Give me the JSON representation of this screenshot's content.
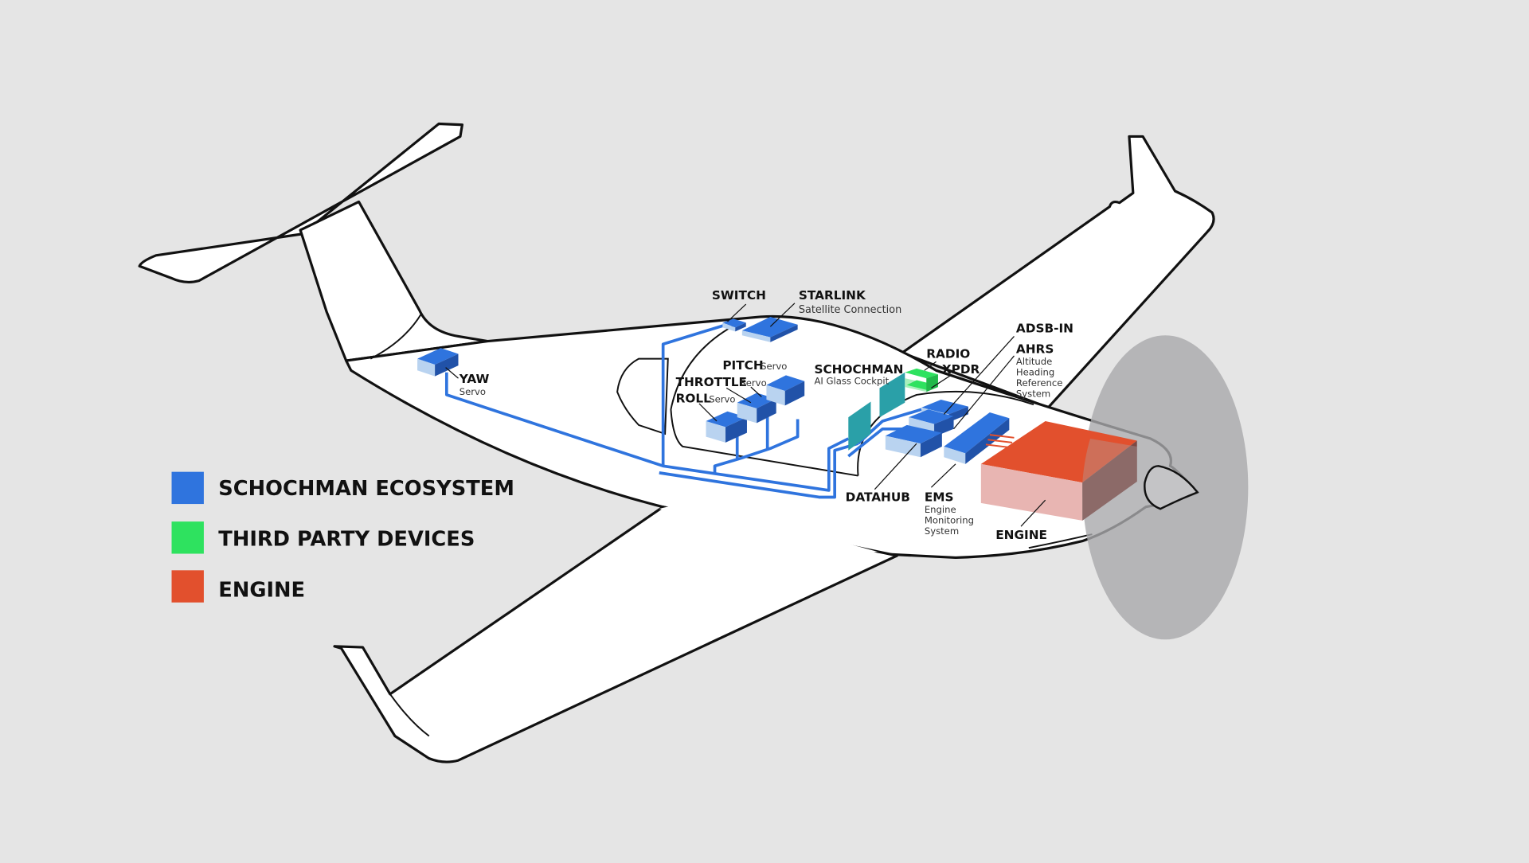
{
  "colors": {
    "background": "#e5e5e5",
    "schochman_top": "#2f74de",
    "schochman_front": "#b9d3f0",
    "schochman_side": "#2152a8",
    "third_party": "#2ee25f",
    "engine_top": "#e2502d",
    "engine_front": "#e8b5b2",
    "engine_side": "#7d4944",
    "propeller_disc": "#a9a9ab",
    "cockpit_display": "#2aa0a8"
  },
  "legend": [
    {
      "label": "SCHOCHMAN ECOSYSTEM",
      "color": "#2f74de"
    },
    {
      "label": "THIRD PARTY DEVICES",
      "color": "#2ee25f"
    },
    {
      "label": "ENGINE",
      "color": "#e2502d"
    }
  ],
  "components": {
    "switch": {
      "title": "SWITCH"
    },
    "starlink": {
      "title": "STARLINK",
      "subtitle": "Satellite Connection"
    },
    "pitch": {
      "title": "PITCH",
      "subtitle": "Servo"
    },
    "throttle": {
      "title": "THROTTLE",
      "subtitle": "Servo"
    },
    "roll": {
      "title": "ROLL",
      "subtitle": "Servo"
    },
    "yaw": {
      "title": "YAW",
      "subtitle": "Servo"
    },
    "schochman": {
      "title": "SCHOCHMAN",
      "subtitle": "AI Glass Cockpit"
    },
    "radio": {
      "title": "RADIO"
    },
    "xpdr": {
      "title": "XPDR"
    },
    "adsb": {
      "title": "ADSB-IN"
    },
    "ahrs": {
      "title": "AHRS",
      "subtitle_lines": [
        "Altitude",
        "Heading",
        "Reference",
        "System"
      ]
    },
    "datahub": {
      "title": "DATAHUB"
    },
    "ems": {
      "title": "EMS",
      "subtitle_lines": [
        "Engine",
        "Monitoring",
        "System"
      ]
    },
    "engine": {
      "title": "ENGINE"
    }
  }
}
